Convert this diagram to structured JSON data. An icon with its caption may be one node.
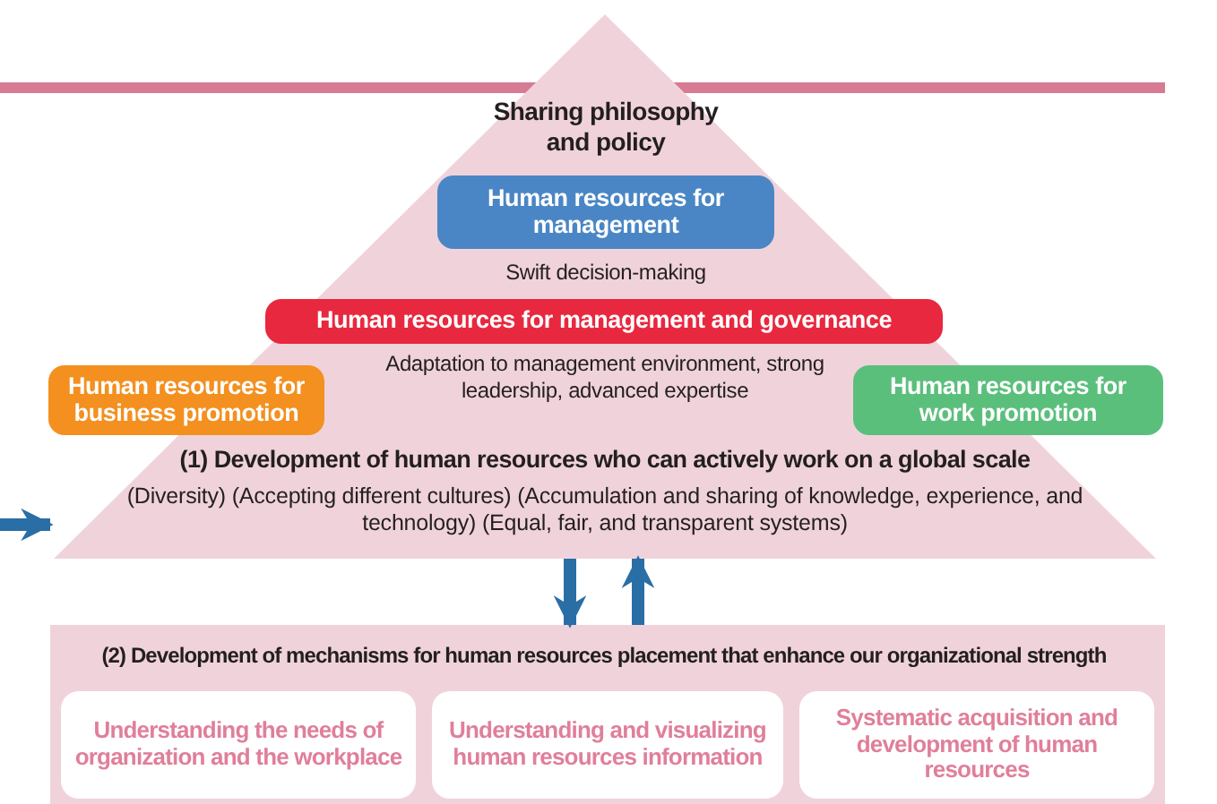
{
  "diagram": {
    "nodes": [
      {
        "text": [
          "Sharing philosophy and policy",
          "(1) Development of human resources who can actively work on a global scale",
          "(Diversity) (Accepting different cultures) (Accumulation and sharing of knowledge, experience, and technology) (Equal, fair, and transparent systems)"
        ]
      },
      {
        "text": [
          "Human resources for management"
        ],
        "in": 0,
        "beside": [
          "Swift decision-making"
        ]
      },
      {
        "text": [
          "Human resources for management and governance"
        ],
        "in": 0,
        "beside": [
          "Adaptation to management environment, strong leadership, advanced expertise"
        ]
      },
      {
        "text": [
          "Human resources for business promotion"
        ]
      },
      {
        "text": [
          "Human resources for work promotion"
        ]
      },
      {
        "text": [
          "(2) Development of mechanisms for human resources placement that enhance our organizational strength"
        ]
      },
      {
        "text": [
          "Understanding the needs of organization and the workplace"
        ],
        "in": 5
      },
      {
        "text": [
          "Understanding and visualizing human resources information"
        ],
        "in": 5
      },
      {
        "text": [
          "Systematic acquisition and development of human resources"
        ],
        "in": 5
      }
    ],
    "edges": [
      {
        "from": 0,
        "to": 5,
        "arrow": "to"
      },
      {
        "from": 5,
        "to": 0,
        "arrow": "to"
      },
      {
        "from": null,
        "to": 0,
        "arrow": "to"
      }
    ]
  }
}
